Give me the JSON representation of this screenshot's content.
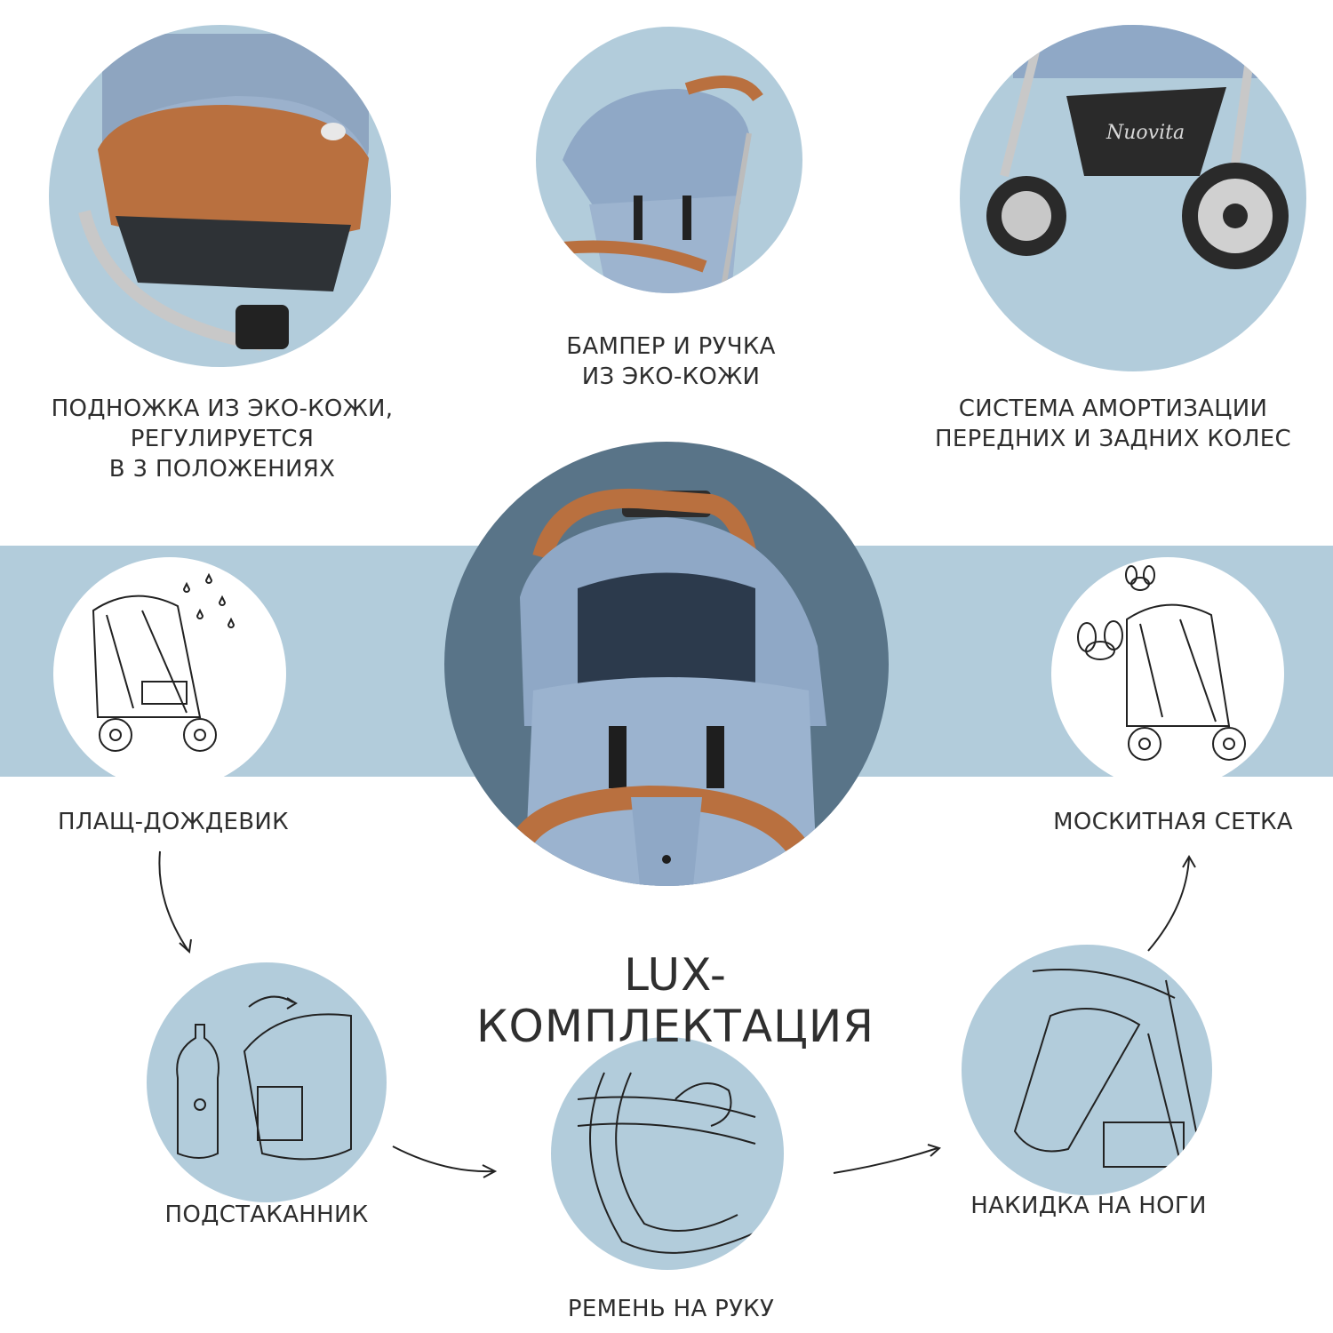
{
  "title": "LUX-КОМПЛЕКТАЦИЯ",
  "features": {
    "footrest": [
      "ПОДНОЖКА ИЗ ЭКО-КОЖИ,",
      "РЕГУЛИРУЕТСЯ",
      "В 3 ПОЛОЖЕНИЯХ"
    ],
    "bumper": [
      "БАМПЕР И РУЧКА",
      "ИЗ ЭКО-КОЖИ"
    ],
    "suspension": [
      "СИСТЕМА АМОРТИЗАЦИИ",
      "ПЕРЕДНИХ И ЗАДНИХ КОЛЕС"
    ]
  },
  "accessories": {
    "raincover": "ПЛАЩ-ДОЖДЕВИК",
    "mosquito_net": "МОСКИТНАЯ СЕТКА",
    "cup_holder": "ПОДСТАКАННИК",
    "wrist_strap": "РЕМЕНЬ НА РУКУ",
    "foot_cover": "НАКИДКА НА НОГИ"
  },
  "brand_text": "Nuovita",
  "colors": {
    "circle_light_blue": "#b2ccdb",
    "center_circle": "#597488",
    "fabric": "#8fa8c6",
    "leather": "#b9703f"
  }
}
